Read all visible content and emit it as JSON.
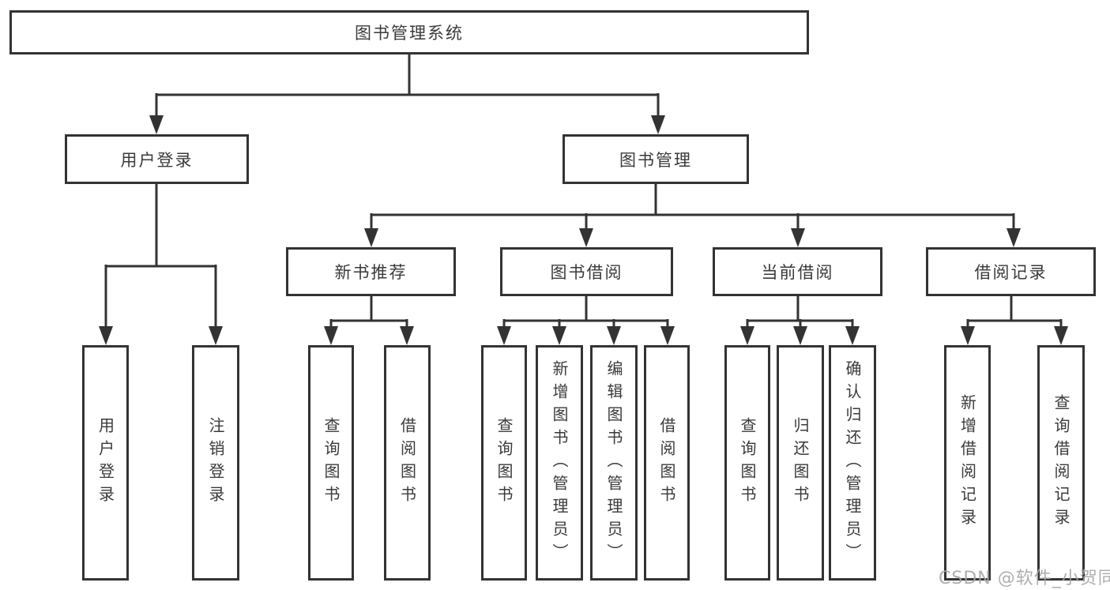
{
  "nodes": {
    "root": "图书管理系统",
    "user_login": "用户登录",
    "book_mgmt": "图书管理",
    "new_book_rec": "新书推荐",
    "book_borrow": "图书借阅",
    "current_borrow": "当前借阅",
    "borrow_records": "借阅记录",
    "leaf_user_login": "用户登录",
    "leaf_logout": "注销登录",
    "leaf_query_book_1": "查询图书",
    "leaf_borrow_book_1": "借阅图书",
    "leaf_query_book_2": "查询图书",
    "leaf_add_book": "新增图书（管理员）",
    "leaf_edit_book": "编辑图书（管理员）",
    "leaf_borrow_book_2": "借阅图书",
    "leaf_query_book_3": "查询图书",
    "leaf_return_book": "归还图书",
    "leaf_confirm_return": "确认归还（管理员）",
    "leaf_add_record": "新增借阅记录",
    "leaf_query_record": "查询借阅记录"
  },
  "watermark": "CSDN @软件_小贺同学",
  "colors": {
    "line": "#333333",
    "text": "#3a3a3a",
    "background": "#ffffff",
    "watermark": "#a5a5a5"
  }
}
